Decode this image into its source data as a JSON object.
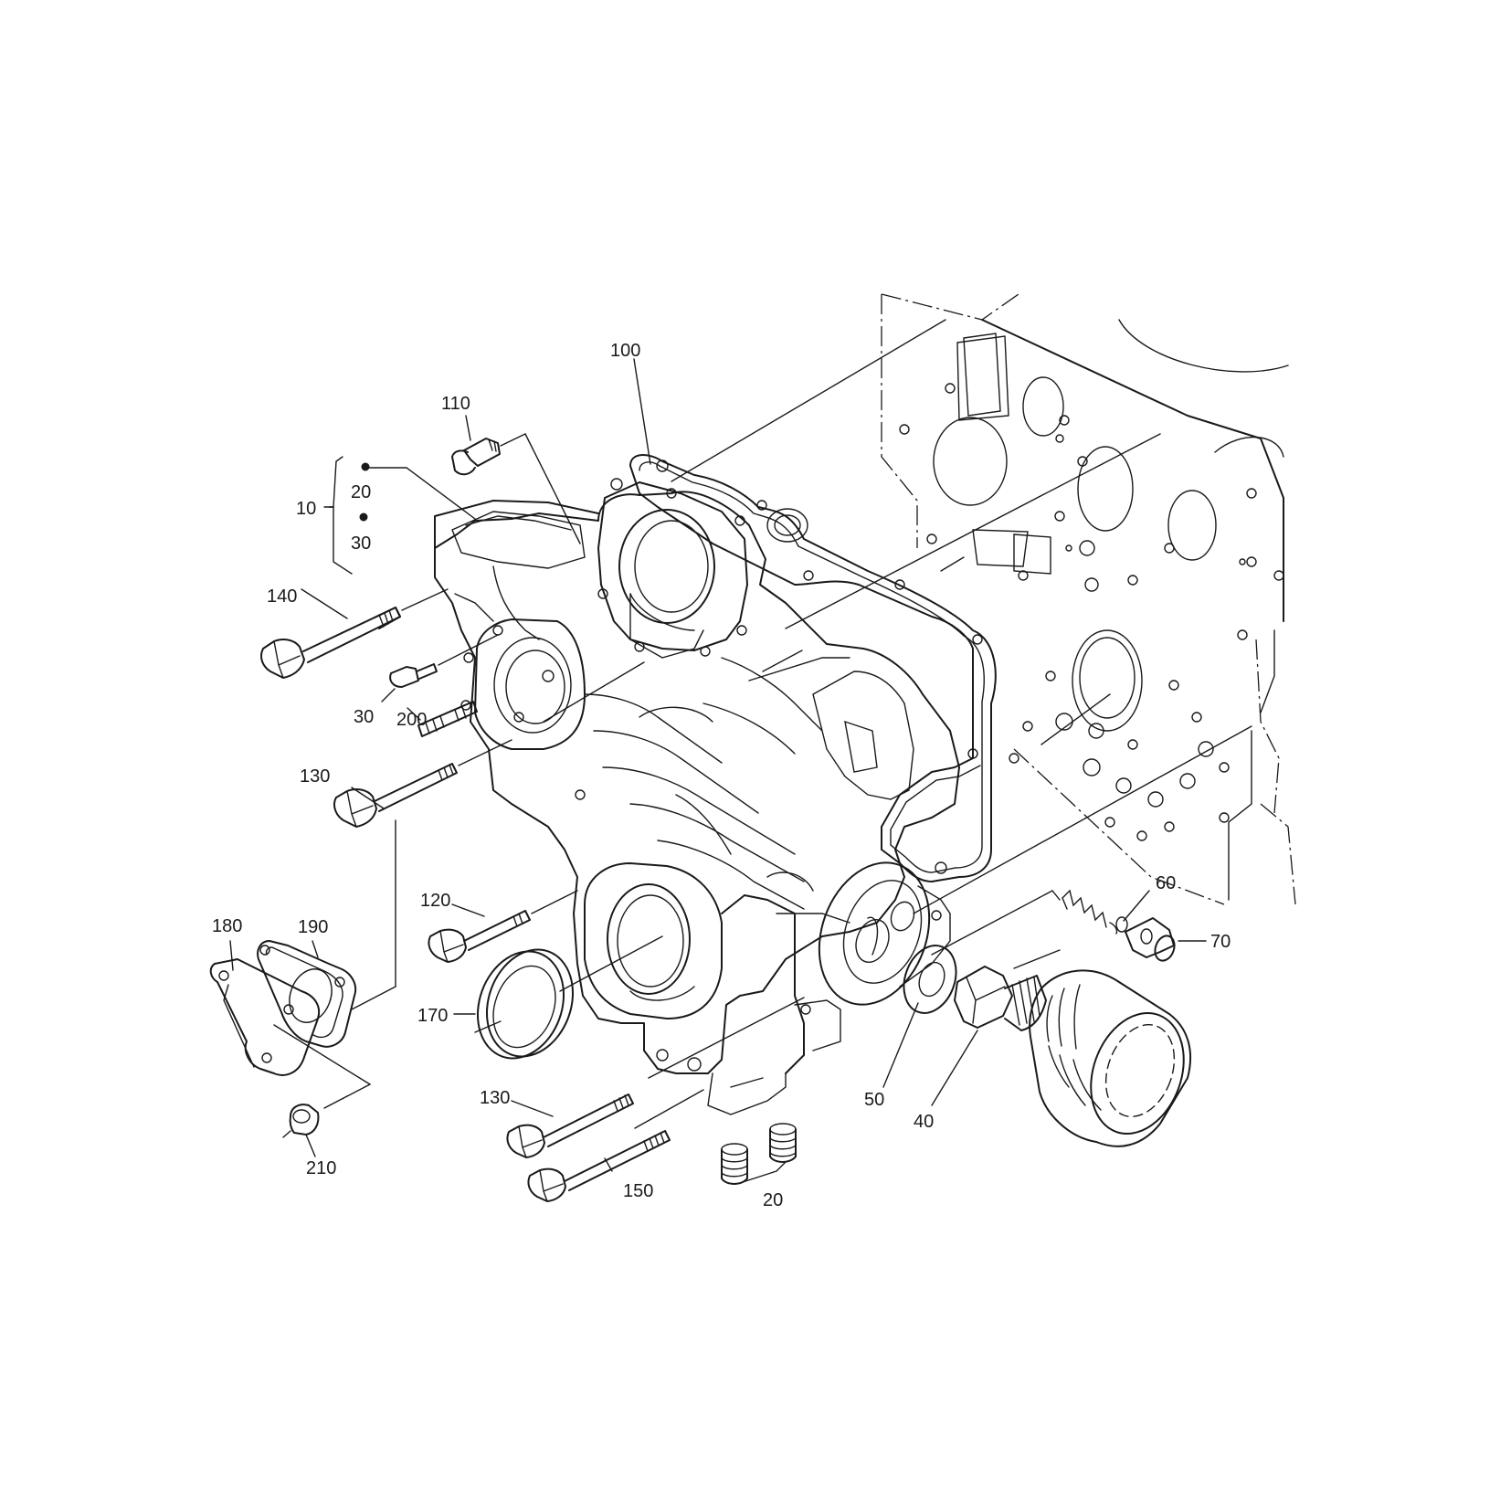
{
  "callouts": {
    "c100": "100",
    "c110": "110",
    "c20a": "20",
    "c10": "10",
    "c30a": "30",
    "c140": "140",
    "c30b": "30",
    "c200": "200",
    "c130a": "130",
    "c120": "120",
    "c180": "180",
    "c190": "190",
    "c170": "170",
    "c130b": "130",
    "c150": "150",
    "c210": "210",
    "c20b": "20",
    "c50": "50",
    "c40": "40",
    "c60": "60",
    "c70": "70"
  }
}
